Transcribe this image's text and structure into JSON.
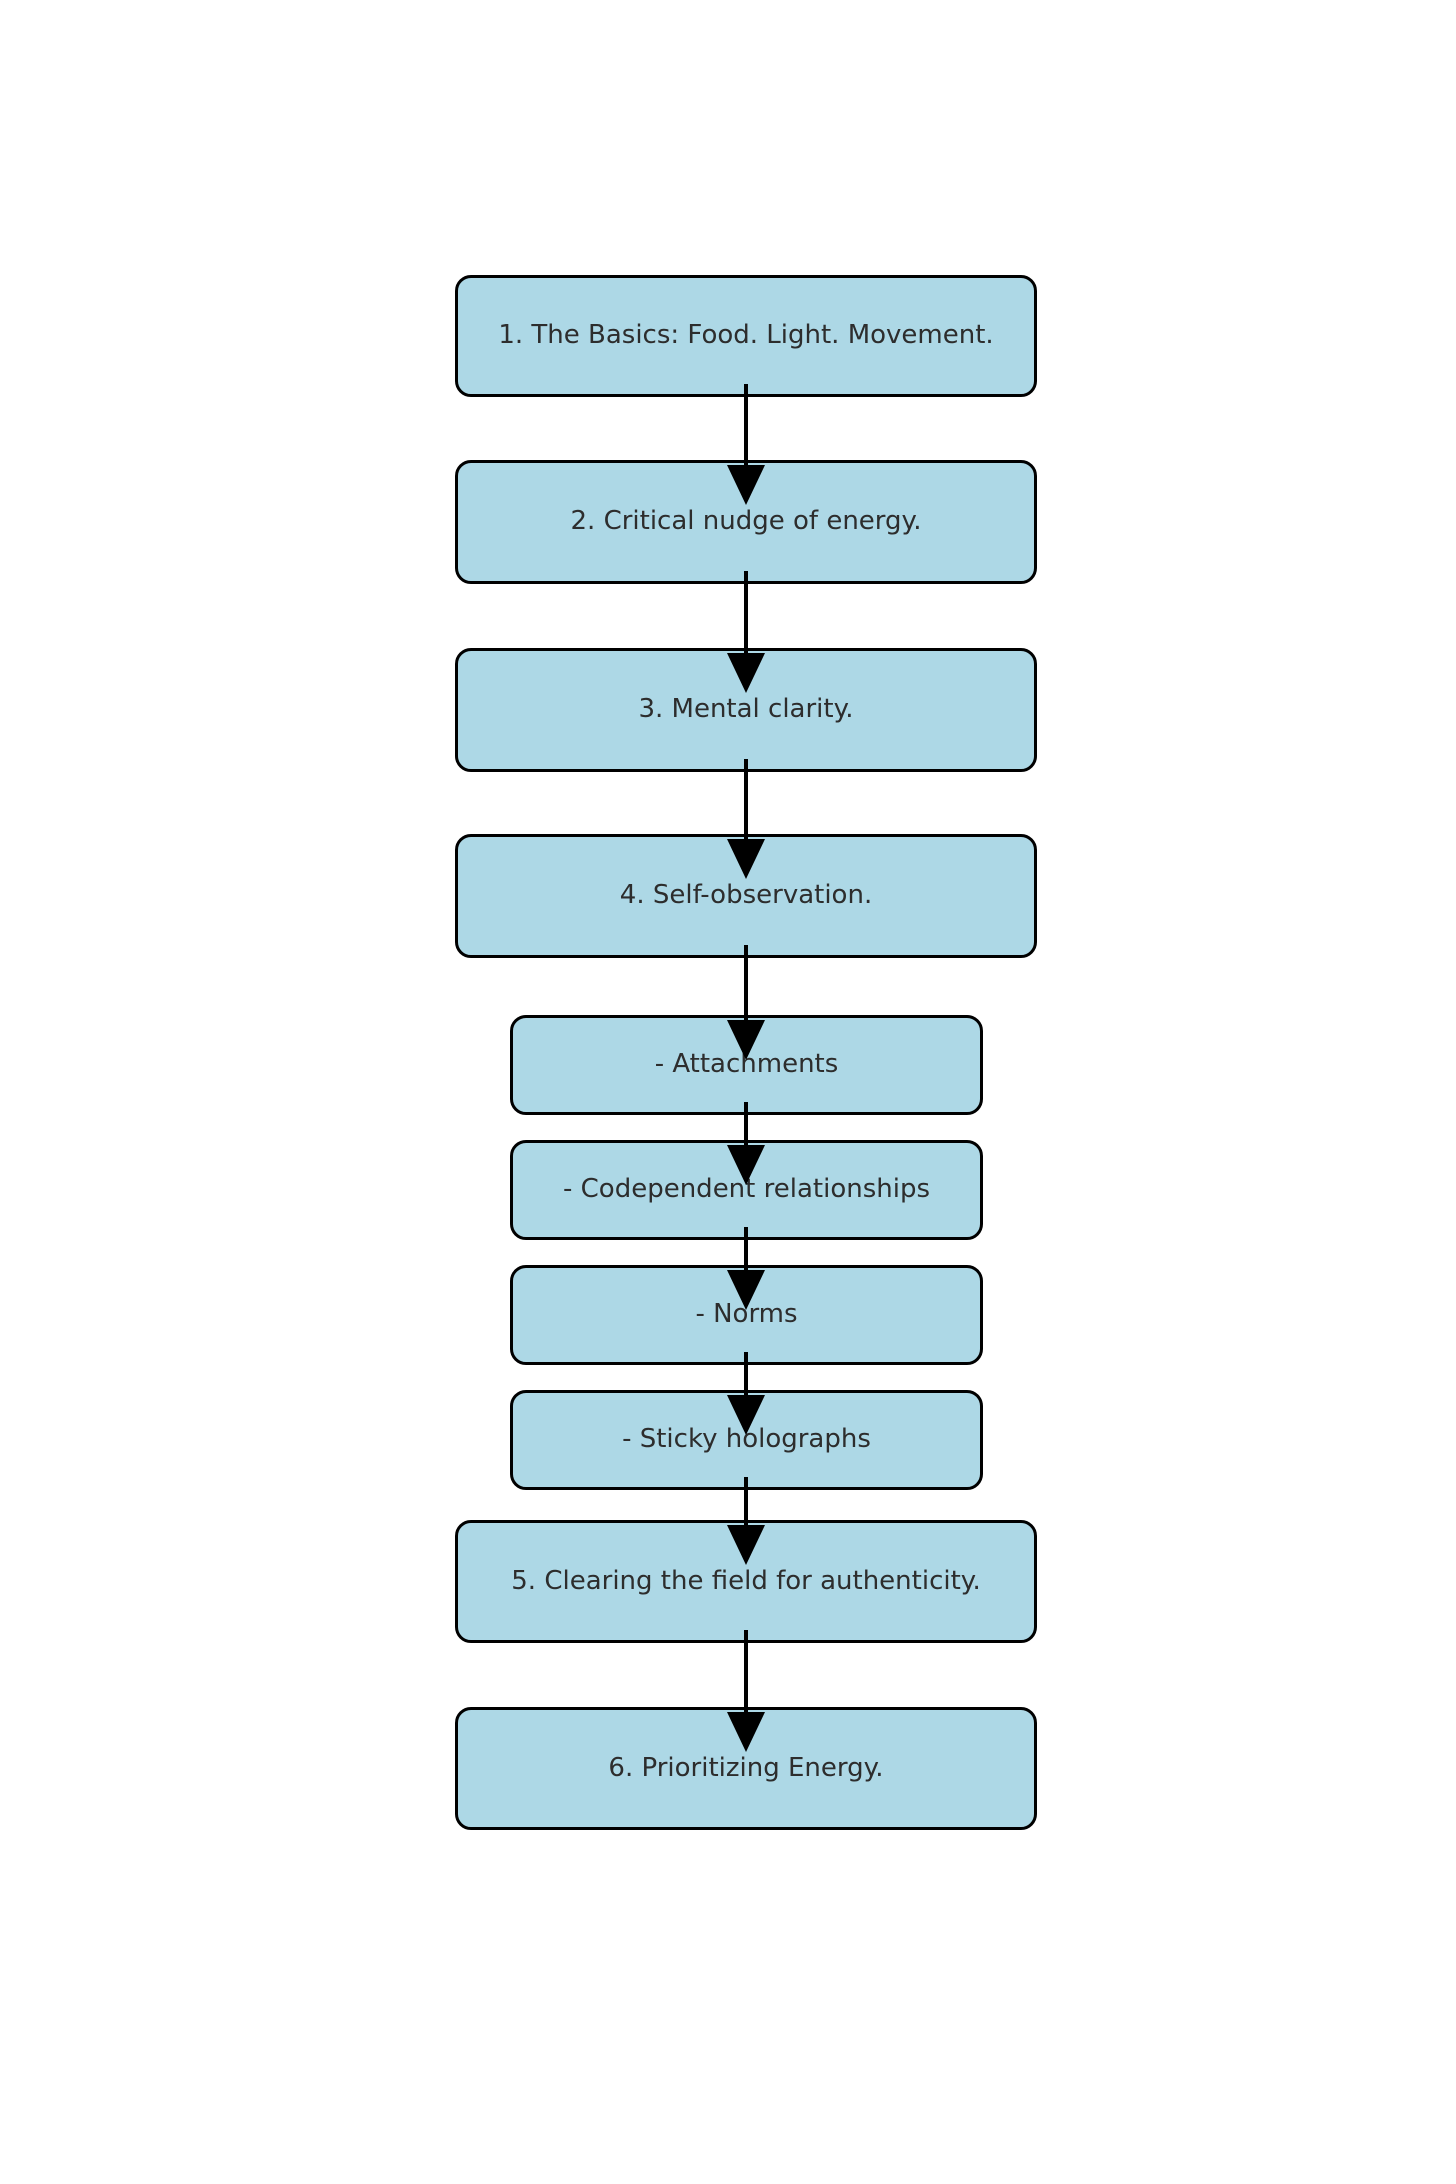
{
  "diagram": {
    "type": "flowchart",
    "direction": "top-down",
    "steps": [
      {
        "label": "1. The Basics: Food. Light. Movement.",
        "level": "main"
      },
      {
        "label": "2. Critical nudge of energy.",
        "level": "main"
      },
      {
        "label": "3. Mental clarity.",
        "level": "main"
      },
      {
        "label": "4. Self-observation.",
        "level": "main"
      },
      {
        "label": "- Attachments",
        "level": "sub"
      },
      {
        "label": "- Codependent relationships",
        "level": "sub"
      },
      {
        "label": "- Norms",
        "level": "sub"
      },
      {
        "label": "- Sticky holographs",
        "level": "sub"
      },
      {
        "label": "5. Clearing the field for authenticity.",
        "level": "main"
      },
      {
        "label": "6. Prioritizing Energy.",
        "level": "main"
      }
    ],
    "edges": [
      [
        0,
        1
      ],
      [
        1,
        2
      ],
      [
        2,
        3
      ],
      [
        3,
        4
      ],
      [
        4,
        5
      ],
      [
        5,
        6
      ],
      [
        6,
        7
      ],
      [
        7,
        8
      ],
      [
        8,
        9
      ]
    ],
    "colors": {
      "box_fill": "#add8e6",
      "box_border": "#000000",
      "arrow": "#000000",
      "text": "#2d2d2d",
      "background": "#ffffff"
    }
  }
}
